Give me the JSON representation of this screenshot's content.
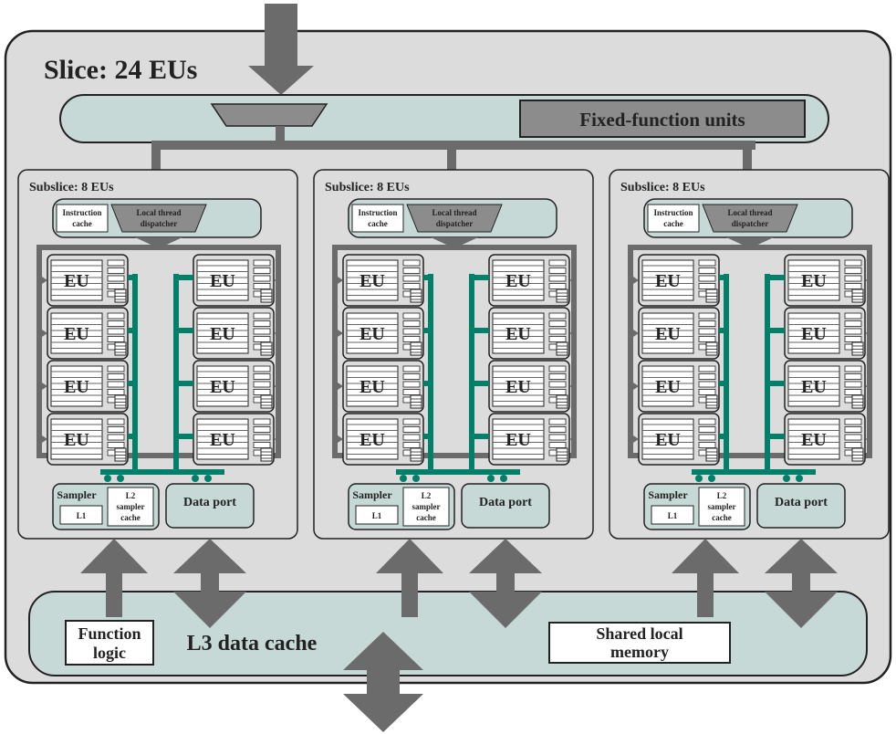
{
  "slice_title": "Slice: 24 EUs",
  "fixed_function_label": "Fixed-function units",
  "l3_label": "L3 data cache",
  "function_logic": [
    "Function",
    "logic"
  ],
  "shared_local_memory": [
    "Shared local",
    "memory"
  ],
  "subslices": [
    {
      "title": "Subslice: 8 EUs"
    },
    {
      "title": "Subslice: 8 EUs"
    },
    {
      "title": "Subslice: 8 EUs"
    }
  ],
  "instruction_cache": [
    "Instruction",
    "cache"
  ],
  "local_thread_dispatcher": [
    "Local thread",
    "dispatcher"
  ],
  "eu_label": "EU",
  "sampler_label": "Sampler",
  "l1_label": "L1",
  "l2_sampler_cache": [
    "L2",
    "sampler",
    "cache"
  ],
  "data_port_label": "Data port",
  "colors": {
    "slice_bg": "#dcdcdc",
    "teal_box": "#c6d9d6",
    "arrow": "#6b6b6b",
    "bus": "#00806b",
    "dark_box": "#8c8c8c"
  }
}
